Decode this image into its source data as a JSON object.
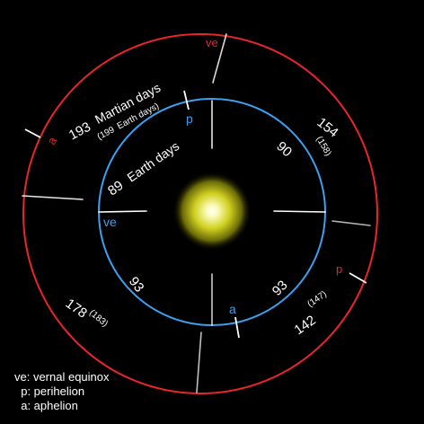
{
  "colors": {
    "background": "#000000",
    "mars_orbit": "#e8262a",
    "earth_orbit": "#3d9ff0",
    "sun": "#f7f7a0",
    "text": "#ffffff"
  },
  "mars_orbit": {
    "markers": {
      "vernal_equinox": "ve",
      "perihelion": "p",
      "aphelion": "a"
    },
    "total_days": "193",
    "total_unit": "Martian days",
    "total_earth_days": "(199",
    "total_earth_unit": "Earth days)",
    "segments": [
      {
        "martian_days": "154",
        "earth_days": "(158)"
      },
      {
        "martian_days": "142",
        "earth_days": "(147)"
      },
      {
        "martian_days": "178",
        "earth_days": "(183)"
      }
    ]
  },
  "earth_orbit": {
    "markers": {
      "perihelion": "p",
      "vernal_equinox": "ve",
      "aphelion": "a"
    },
    "total_days": "89",
    "total_unit": "Earth days",
    "segments": [
      "90",
      "93",
      "93"
    ]
  },
  "legend": {
    "items": [
      "ve: vernal equinox",
      "  p: perihelion",
      "  a: aphelion"
    ]
  }
}
